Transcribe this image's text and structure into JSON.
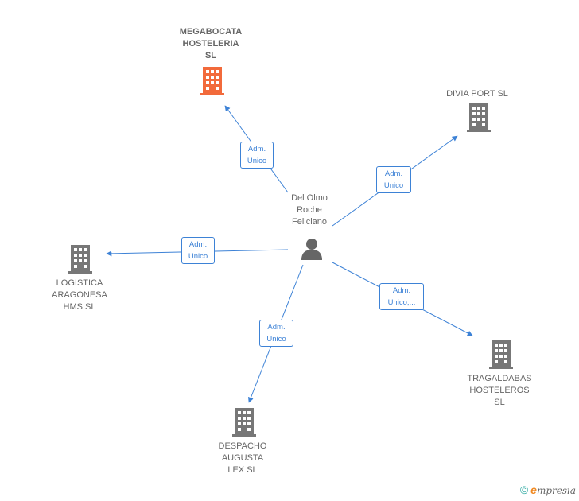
{
  "colors": {
    "edge": "#3d82d6",
    "building": "#777777",
    "building_highlight": "#f26a3b",
    "person": "#666666"
  },
  "center": {
    "name": "Del Olmo\nRoche\nFeliciano",
    "icon": "person-icon"
  },
  "companies": [
    {
      "id": "megabocata",
      "name": "MEGABOCATA\nHOSTELERIA\nSL",
      "highlight": true,
      "role": "Adm.\nUnico"
    },
    {
      "id": "divia",
      "name": "DIVIA PORT  SL",
      "highlight": false,
      "role": "Adm.\nUnico"
    },
    {
      "id": "logistica",
      "name": "LOGISTICA\nARAGONESA\nHMS  SL",
      "highlight": false,
      "role": "Adm.\nUnico"
    },
    {
      "id": "tragaldabas",
      "name": "TRAGALDABAS\nHOSTELEROS\nSL",
      "highlight": false,
      "role": "Adm.\nUnico,..."
    },
    {
      "id": "despacho",
      "name": "DESPACHO\nAUGUSTA\nLEX SL",
      "highlight": false,
      "role": "Adm.\nUnico"
    }
  ],
  "brand": {
    "copyright": "©",
    "first_letter": "e",
    "rest": "mpresia"
  }
}
